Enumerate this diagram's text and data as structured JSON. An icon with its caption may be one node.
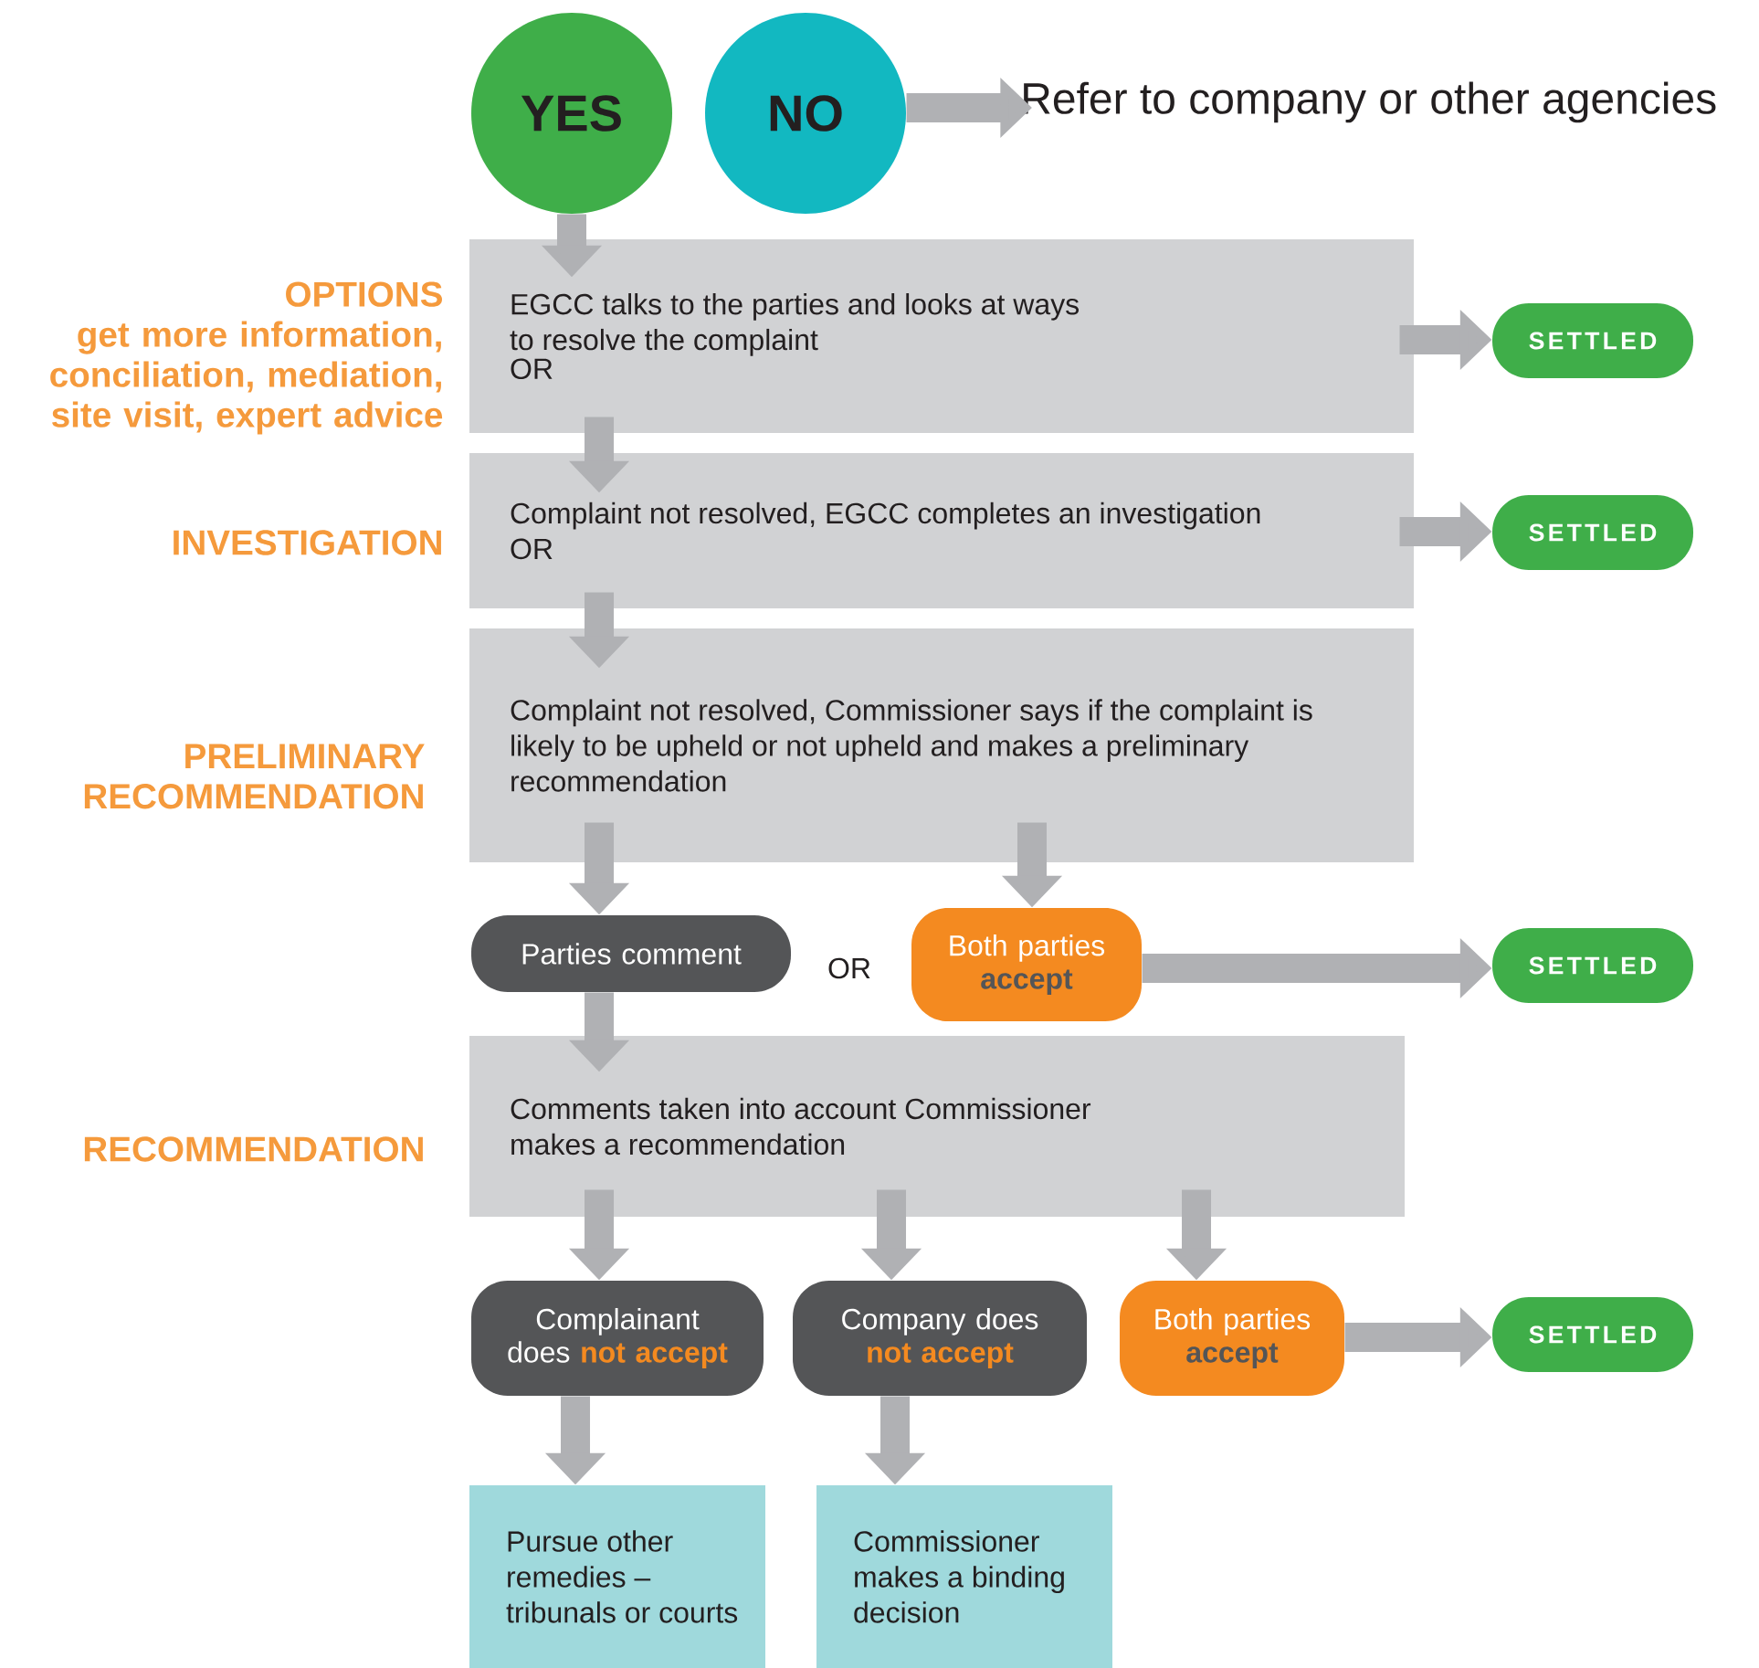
{
  "diagram": {
    "nodes": [
      {
        "text": [
          "YES"
        ]
      },
      {
        "text": [
          "NO"
        ]
      },
      {
        "text": [
          "Refer to company or other agencies"
        ]
      },
      {
        "text": [
          "EGCC talks to the parties and looks at ways to resolve the complaint",
          "OR"
        ],
        "beside": [
          "OPTIONS",
          "get more information, conciliation, mediation, site visit, expert advice"
        ]
      },
      {
        "text": [
          "SETTLED"
        ]
      },
      {
        "text": [
          "Complaint not resolved, EGCC completes an investigation",
          "OR"
        ],
        "beside": [
          "INVESTIGATION"
        ]
      },
      {
        "text": [
          "SETTLED"
        ]
      },
      {
        "text": [
          "Complaint not resolved, Commissioner says if the complaint is likely to be upheld or not upheld and makes a preliminary recommendation"
        ],
        "beside": [
          "PRELIMINARY RECOMMENDATION"
        ]
      },
      {
        "text": [
          "Parties comment"
        ]
      },
      {
        "text": [
          "Both parties **accept**"
        ]
      },
      {
        "text": [
          "SETTLED"
        ]
      },
      {
        "text": [
          "Comments taken into account Commissioner makes a recommendation"
        ],
        "beside": [
          "RECOMMENDATION"
        ]
      },
      {
        "text": [
          "Complainant does **not accept**"
        ]
      },
      {
        "text": [
          "Company does **not accept**"
        ]
      },
      {
        "text": [
          "Both parties **accept**"
        ]
      },
      {
        "text": [
          "SETTLED"
        ]
      },
      {
        "text": [
          "Pursue other remedies – tribunals or courts"
        ]
      },
      {
        "text": [
          "Commissioner makes a binding decision"
        ]
      }
    ],
    "edges": [
      {
        "from": 0,
        "to": 3,
        "arrow": "to"
      },
      {
        "from": 1,
        "to": 2,
        "arrow": "to"
      },
      {
        "from": 3,
        "to": 4,
        "arrow": "to"
      },
      {
        "from": 3,
        "to": 5,
        "arrow": "to"
      },
      {
        "from": 5,
        "to": 6,
        "arrow": "to"
      },
      {
        "from": 5,
        "to": 7,
        "arrow": "to"
      },
      {
        "from": 7,
        "to": 8,
        "arrow": "to"
      },
      {
        "from": 7,
        "to": 9,
        "arrow": "to"
      },
      {
        "from": 9,
        "to": 10,
        "arrow": "to"
      },
      {
        "from": 8,
        "to": 11,
        "arrow": "to"
      },
      {
        "from": 11,
        "to": 12,
        "arrow": "to"
      },
      {
        "from": 11,
        "to": 13,
        "arrow": "to"
      },
      {
        "from": 11,
        "to": 14,
        "arrow": "to"
      },
      {
        "from": 14,
        "to": 15,
        "arrow": "to"
      },
      {
        "from": 12,
        "to": 16,
        "arrow": "to"
      },
      {
        "from": 13,
        "to": 17,
        "arrow": "to"
      }
    ],
    "labels": [
      "OR"
    ]
  }
}
